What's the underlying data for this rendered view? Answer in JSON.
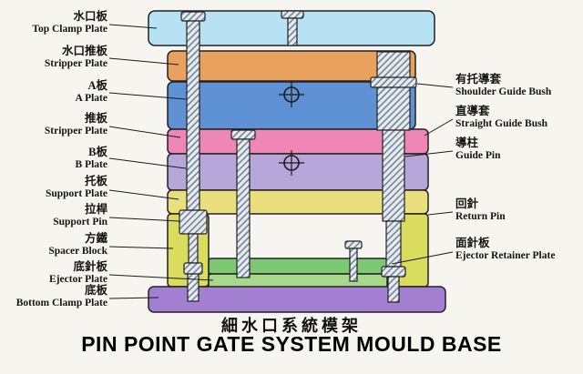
{
  "title": {
    "chinese": "細水口系統模架",
    "english": "PIN POINT GATE SYSTEM MOULD BASE"
  },
  "labels_left": [
    {
      "cn": "水口板",
      "en": "Top Clamp Plate"
    },
    {
      "cn": "水口推板",
      "en": "Stripper Plate"
    },
    {
      "cn": "A板",
      "en": "A Plate"
    },
    {
      "cn": "推板",
      "en": "Stripper Plate"
    },
    {
      "cn": "B板",
      "en": "B Plate"
    },
    {
      "cn": "托板",
      "en": "Support Plate"
    },
    {
      "cn": "拉桿",
      "en": "Support Pin"
    },
    {
      "cn": "方鐵",
      "en": "Spacer Block"
    },
    {
      "cn": "底針板",
      "en": "Ejector Plate"
    },
    {
      "cn": "底板",
      "en": "Bottom Clamp Plate"
    }
  ],
  "labels_right": [
    {
      "cn": "有托導套",
      "en": "Shoulder Guide Bush"
    },
    {
      "cn": "直導套",
      "en": "Straight Guide Bush"
    },
    {
      "cn": "導柱",
      "en": "Guide Pin"
    },
    {
      "cn": "回針",
      "en": "Return Pin"
    },
    {
      "cn": "面針板",
      "en": "Ejector Retainer Plate"
    }
  ],
  "colors": {
    "top_clamp_plate": "#b7e2f3",
    "stripper_plate_upper": "#e9a25e",
    "a_plate": "#5e92d4",
    "stripper_plate": "#ee87b6",
    "b_plate": "#b7a6da",
    "support_plate": "#e9e07d",
    "spacer_block": "#d9dc5d",
    "ejector_retainer_plate": "#7cc873",
    "ejector_plate": "#a8d88b",
    "bottom_clamp_plate": "#a27fd0",
    "outline": "#222222",
    "leader_line": "#1a1a1a",
    "background": "#f6f5f0"
  }
}
